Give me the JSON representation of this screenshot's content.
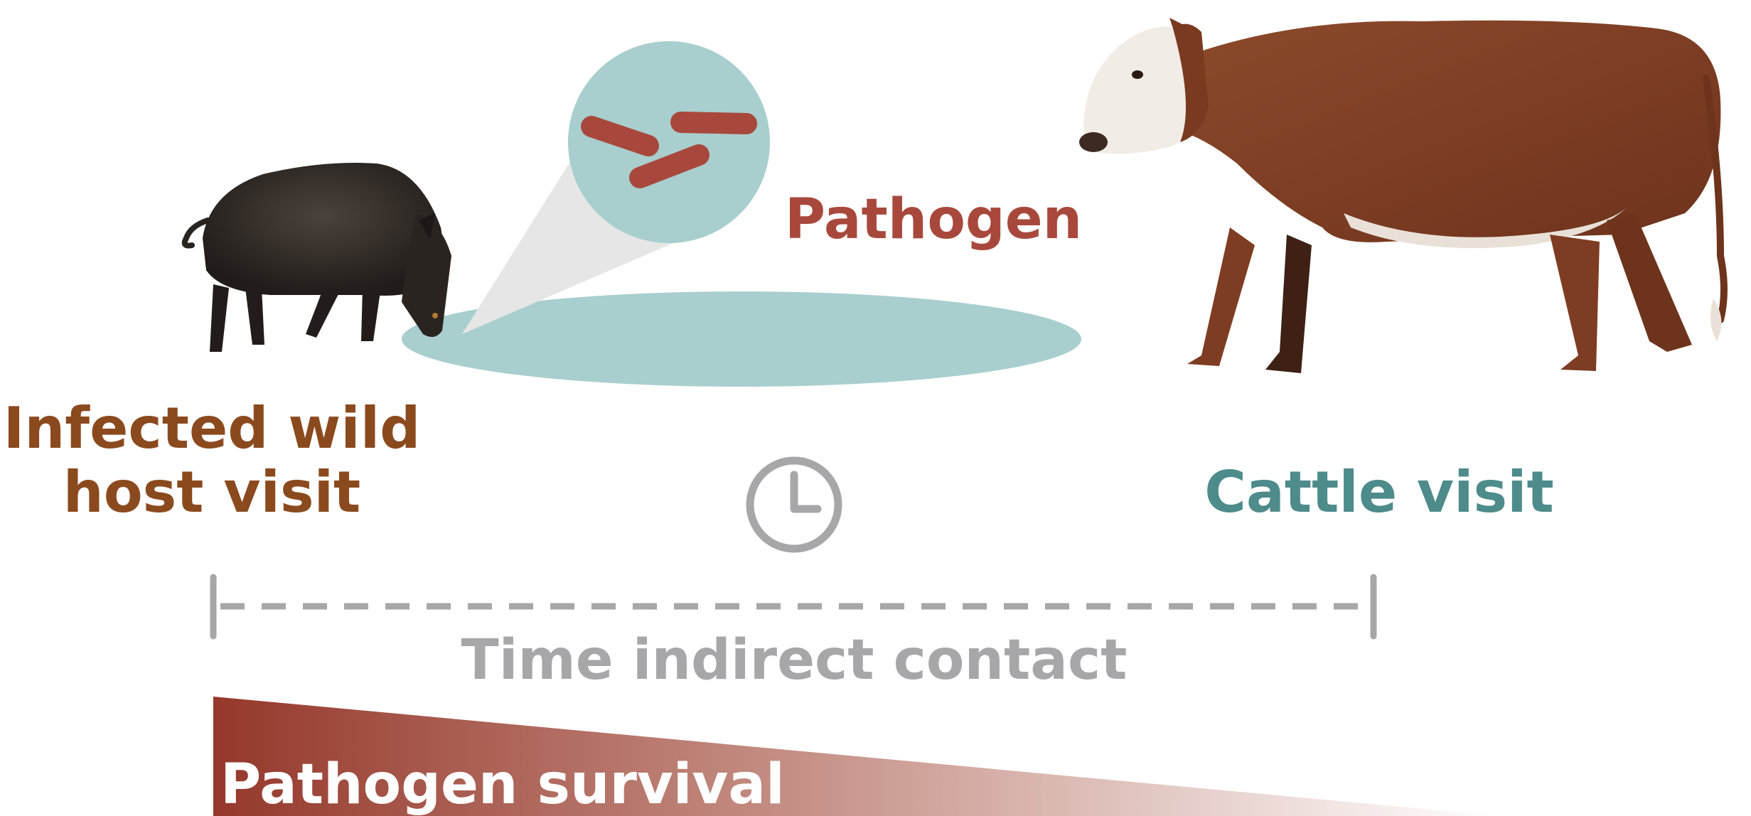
{
  "labels": {
    "pathogen": "Pathogen",
    "wild_host_line1": "Infected wild",
    "wild_host_line2": "host visit",
    "cattle": "Cattle visit",
    "time": "Time indirect contact",
    "survival": "Pathogen survival"
  },
  "icons": {
    "boar": "wild-boar-illustration",
    "cow": "cow-illustration",
    "clock": "clock-icon",
    "bacteria": "bacteria-icon"
  },
  "colors": {
    "pathogen": "#A8483C",
    "wild_host": "#8B4A1E",
    "cattle": "#4E8B8B",
    "time": "#A7A7AA",
    "puddle": "#A9CECE",
    "survival_start": "#95382B",
    "background": "#FFFFFF"
  }
}
